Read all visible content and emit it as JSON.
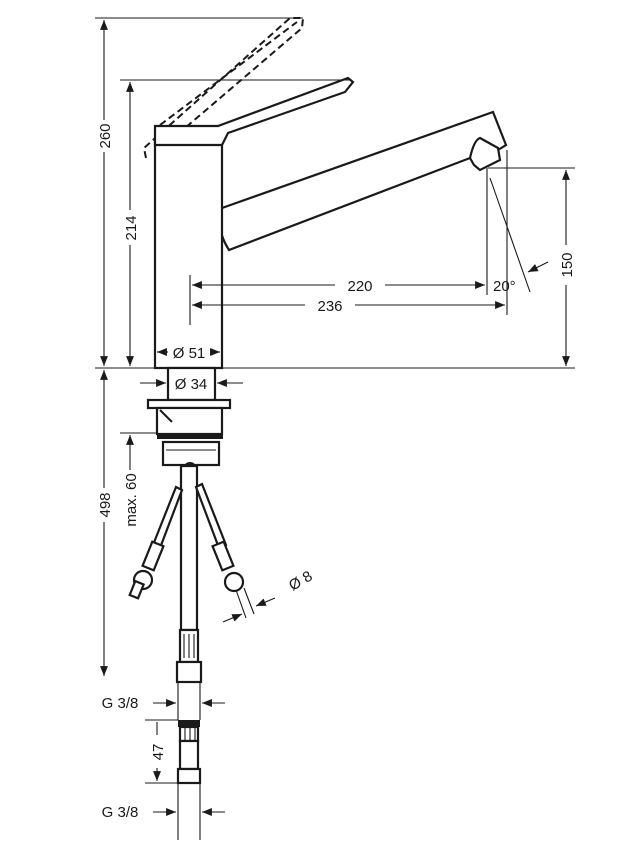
{
  "drawing": {
    "dimensions": {
      "total_height": "260",
      "lever_height": "214",
      "spout_reach_inner": "220",
      "spout_reach_outer": "236",
      "spout_angle": "20°",
      "spout_height": "150",
      "body_diameter": "Ø 51",
      "neck_diameter": "Ø 34",
      "hose_length": "498",
      "max_counter_thickness": "max. 60",
      "hose_diameter": "Ø 8",
      "thread_upper": "G 3/8",
      "adapter_length": "47",
      "thread_lower": "G 3/8"
    },
    "colors": {
      "line": "#1a1a1a",
      "background": "#ffffff"
    }
  }
}
